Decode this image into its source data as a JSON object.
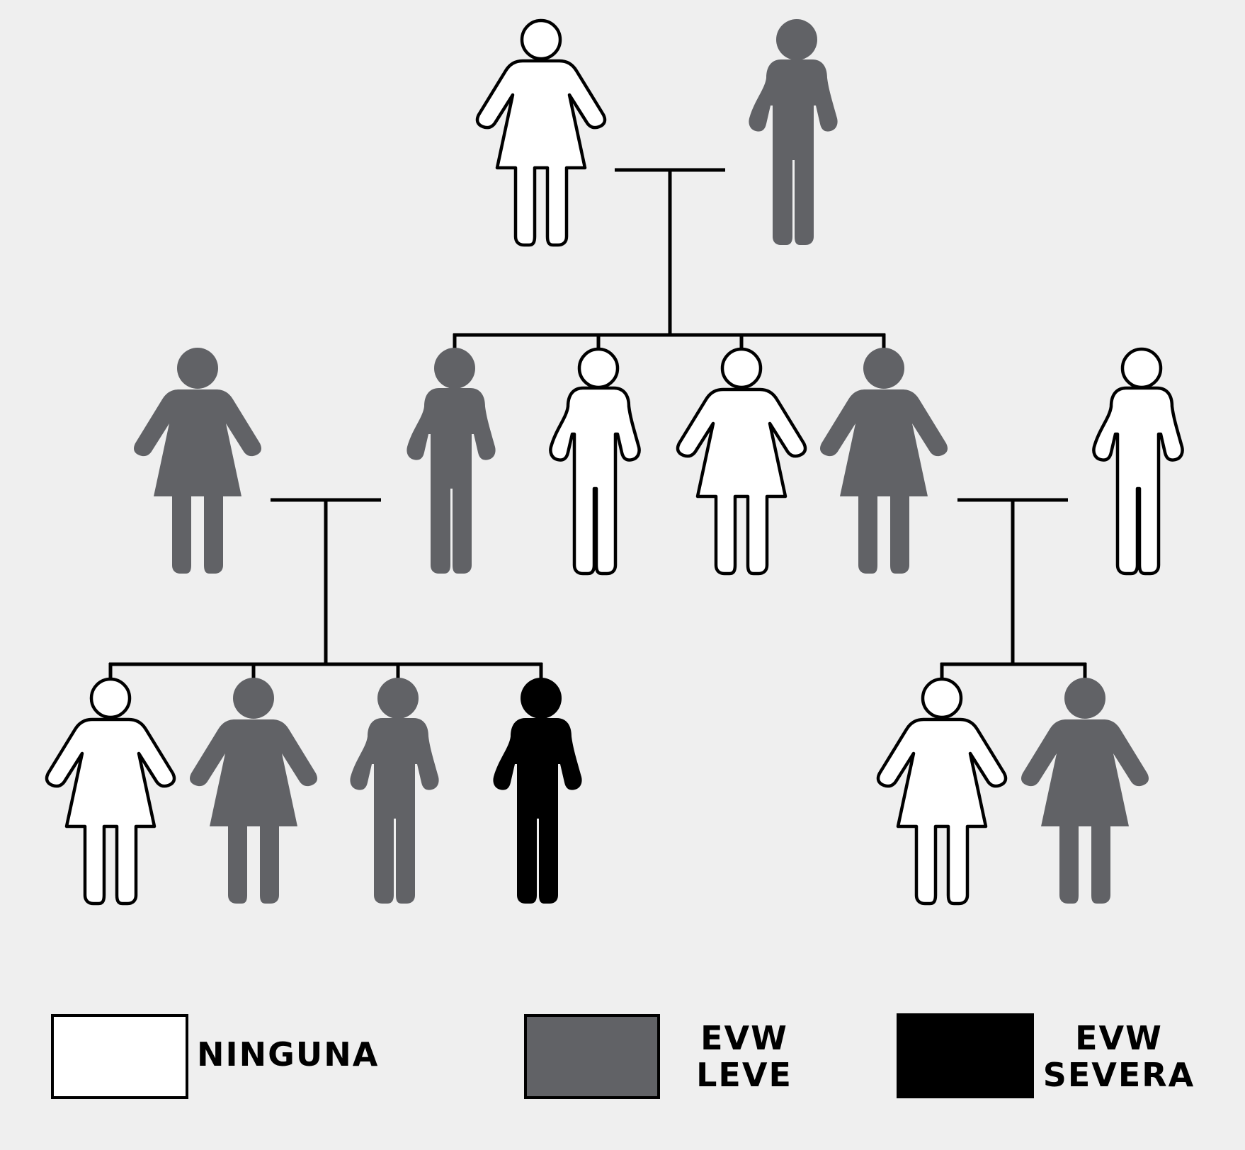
{
  "colors": {
    "background": "#efefef",
    "none": "#ffffff",
    "mild": "#616266",
    "severe": "#000000",
    "line": "#000000"
  },
  "legend": {
    "none_label": "NINGUNA",
    "mild_label_line1": "EVW",
    "mild_label_line2": "LEVE",
    "severe_label_line1": "EVW",
    "severe_label_line2": "SEVERA"
  },
  "individuals": [
    {
      "generation": 1,
      "sex": "female",
      "status": "none"
    },
    {
      "generation": 1,
      "sex": "male",
      "status": "mild"
    },
    {
      "generation": 2,
      "sex": "female",
      "status": "mild"
    },
    {
      "generation": 2,
      "sex": "male",
      "status": "mild"
    },
    {
      "generation": 2,
      "sex": "male",
      "status": "none"
    },
    {
      "generation": 2,
      "sex": "female",
      "status": "none"
    },
    {
      "generation": 2,
      "sex": "female",
      "status": "mild"
    },
    {
      "generation": 2,
      "sex": "male",
      "status": "none"
    },
    {
      "generation": 3,
      "sex": "female",
      "status": "none"
    },
    {
      "generation": 3,
      "sex": "female",
      "status": "mild"
    },
    {
      "generation": 3,
      "sex": "male",
      "status": "mild"
    },
    {
      "generation": 3,
      "sex": "male",
      "status": "severe"
    },
    {
      "generation": 3,
      "sex": "female",
      "status": "none"
    },
    {
      "generation": 3,
      "sex": "female",
      "status": "mild"
    }
  ]
}
